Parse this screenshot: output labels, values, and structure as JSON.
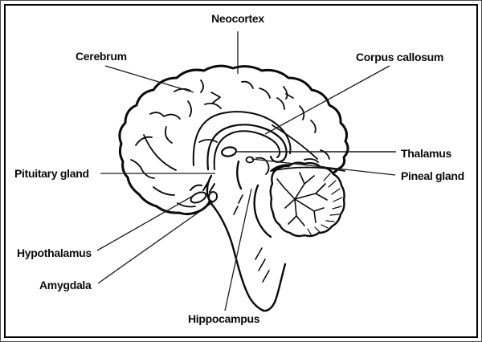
{
  "figure": {
    "title": "Brain anatomy diagram (midsagittal section)",
    "background_color": "#ffffff",
    "ink_color": "#0a0a0a",
    "labels": {
      "neocortex": "Neocortex",
      "cerebrum": "Cerebrum",
      "corpus_callosum": "Corpus callosum",
      "thalamus": "Thalamus",
      "pineal_gland": "Pineal gland",
      "pituitary_gland": "Pituitary gland",
      "hypothalamus": "Hypothalamus",
      "amygdala": "Amygdala",
      "hippocampus": "Hippocampus"
    }
  }
}
